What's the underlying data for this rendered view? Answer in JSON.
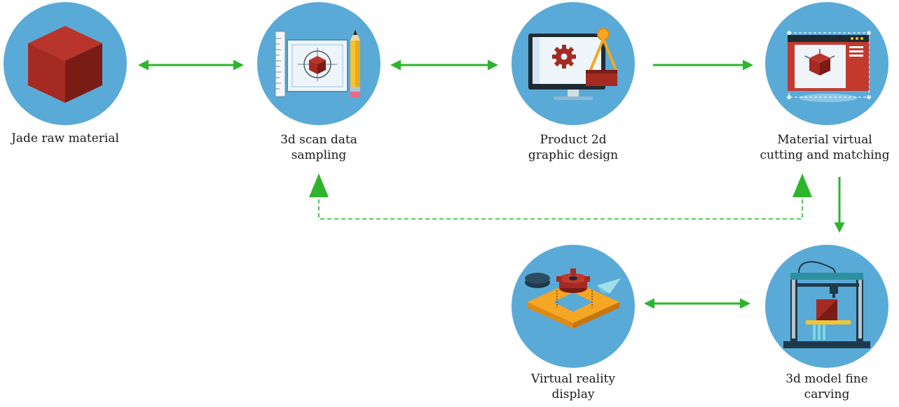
{
  "nodes": [
    {
      "id": "jade-raw-material",
      "lines": [
        "Jade raw material"
      ],
      "icon": "red-cube-icon"
    },
    {
      "id": "3d-scan-data-sampling",
      "lines": [
        "3d scan data",
        "sampling"
      ],
      "icon": "blueprint-cube-ruler-pencil-icon"
    },
    {
      "id": "product-2d-graphic-design",
      "lines": [
        "Product 2d",
        "graphic design"
      ],
      "icon": "monitor-gear-compass-icon"
    },
    {
      "id": "material-virtual-cutting-matching",
      "lines": [
        "Material virtual",
        "cutting and matching"
      ],
      "icon": "browser-window-cube-icon"
    },
    {
      "id": "3d-model-fine-carving",
      "lines": [
        "3d model fine",
        "carving"
      ],
      "icon": "3d-printer-icon"
    },
    {
      "id": "virtual-reality-display",
      "lines": [
        "Virtual reality",
        "display"
      ],
      "icon": "isometric-gear-platform-icon"
    }
  ],
  "edges": [
    {
      "from": "jade-raw-material",
      "to": "3d-scan-data-sampling",
      "style": "solid",
      "direction": "both"
    },
    {
      "from": "3d-scan-data-sampling",
      "to": "product-2d-graphic-design",
      "style": "solid",
      "direction": "both"
    },
    {
      "from": "product-2d-graphic-design",
      "to": "material-virtual-cutting-matching",
      "style": "solid",
      "direction": "forward"
    },
    {
      "from": "material-virtual-cutting-matching",
      "to": "3d-model-fine-carving",
      "style": "solid",
      "direction": "forward"
    },
    {
      "from": "virtual-reality-display",
      "to": "3d-model-fine-carving",
      "style": "solid",
      "direction": "both"
    },
    {
      "from": "material-virtual-cutting-matching",
      "to": "3d-scan-data-sampling",
      "style": "dashed",
      "direction": "both"
    }
  ],
  "colors": {
    "circle": "#5aaad7",
    "arrow": "#2db52d",
    "jade_red": "#a52a22",
    "dark_red": "#7a1c16",
    "orange": "#f5a623",
    "navy": "#1e3a4c",
    "teal": "#2e8fa0"
  }
}
